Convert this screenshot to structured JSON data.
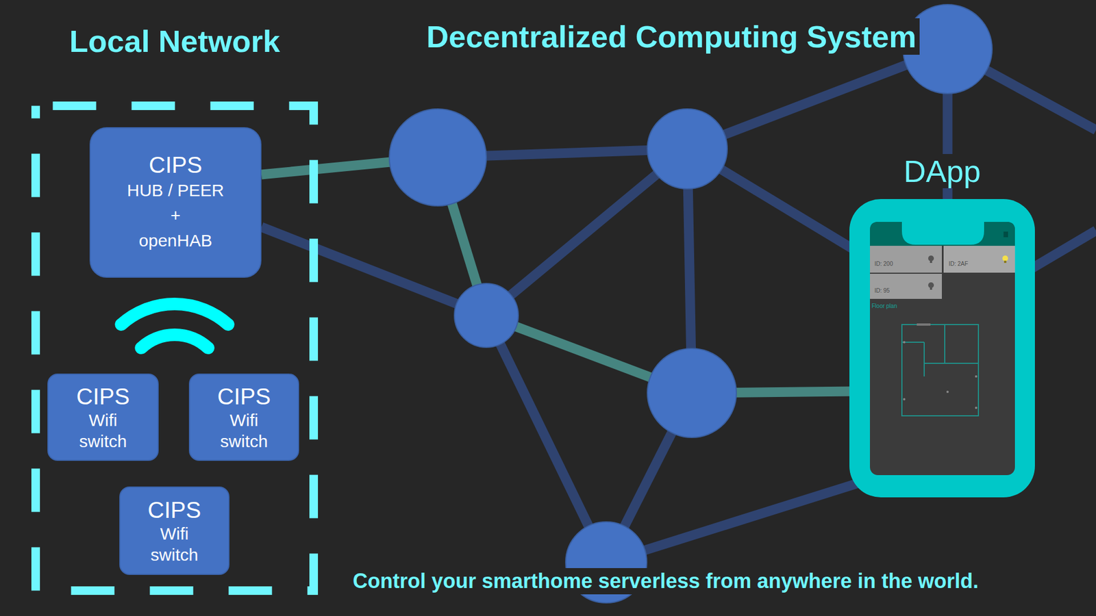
{
  "diagram": {
    "title": "Decentralized Computing System",
    "caption": "Control your smarthome serverless from anywhere in the world.",
    "nodes": [
      {
        "text": [
          "Local Network"
        ]
      },
      {
        "text": [
          "CIPS",
          "HUB / PEER + openHAB"
        ],
        "in": 0
      },
      {
        "text": [
          "CIPS",
          "Wifi switch"
        ],
        "in": 0
      },
      {
        "text": [
          "CIPS",
          "Wifi switch"
        ],
        "in": 0
      },
      {
        "text": [
          "CIPS",
          "Wifi switch"
        ],
        "in": 0
      },
      {
        "text": [
          "DApp"
        ]
      }
    ],
    "labels": [
      "ID: 200",
      "ID: 2AF",
      "ID: 95",
      "Floor plan"
    ]
  }
}
